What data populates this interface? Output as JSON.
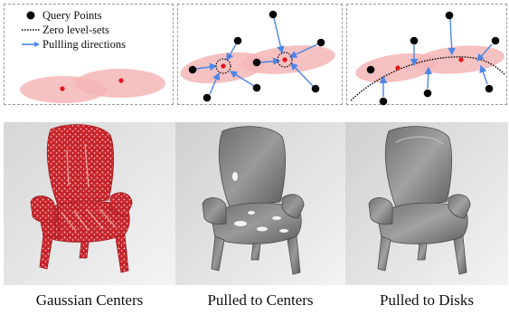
{
  "legend": {
    "query_points": "Query Points",
    "zero_level_sets": "Zero level-sets",
    "pulling_directions": "Pullling directions"
  },
  "captions": {
    "gaussian_centers": "Gaussian Centers",
    "pulled_to_centers": "Pulled to Centers",
    "pulled_to_disks": "Pulled to Disks"
  },
  "colors": {
    "query_point": "#000000",
    "gaussian_fill": "#f4b6b6",
    "gaussian_center": "#e3141b",
    "arrow": "#4a86e8",
    "level_set": "#000000",
    "panel_border": "#9a9a9a",
    "chair_red": "#c8262c",
    "chair_gray": "#8d8d8d"
  },
  "icons": {
    "query_point": "filled-black-circle",
    "zero_level_set": "dotted-line",
    "pulling_direction": "blue-arrow"
  }
}
